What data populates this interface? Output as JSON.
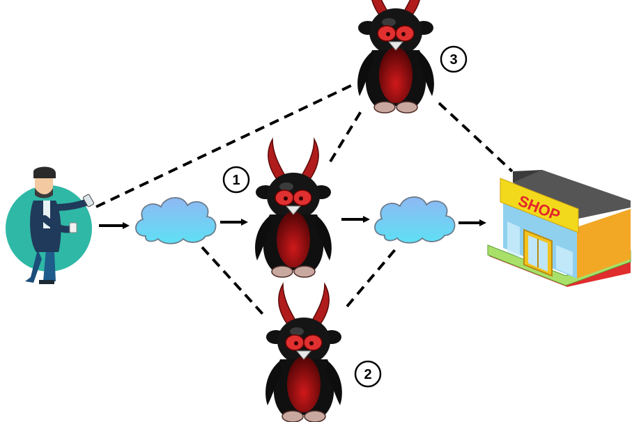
{
  "diagram": {
    "attackers": [
      {
        "id": "attacker-1",
        "label": "1"
      },
      {
        "id": "attacker-2",
        "label": "2"
      },
      {
        "id": "attacker-3",
        "label": "3"
      }
    ],
    "shop": {
      "sign": "SHOP"
    },
    "colors": {
      "cloud": "#7fc9f4",
      "attacker_body": "#b01516",
      "user_circle": "#2fb8a6",
      "shop_wall": "#f2a825",
      "shop_sign": "#f3d91c"
    }
  }
}
